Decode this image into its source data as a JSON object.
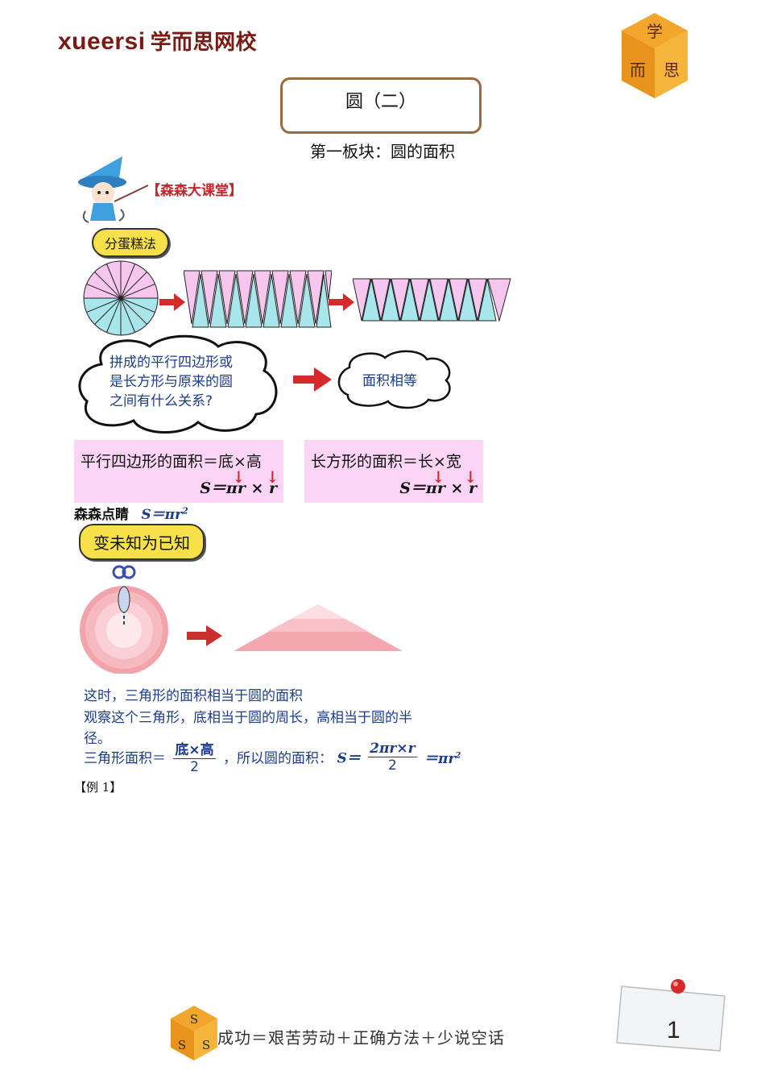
{
  "brand": {
    "en": "xueersi",
    "cn": "学而思网校",
    "cube_chars": [
      "学",
      "而",
      "思"
    ]
  },
  "title": "圆（二）",
  "section_title": "第一板块：圆的面积",
  "banner": "【森森大课堂】",
  "method1_label": "分蛋糕法",
  "cloud_question": [
    "拼成的平行四边形或",
    "是长方形与原来的圆",
    "之间有什么关系?"
  ],
  "cloud_answer": "面积相等",
  "parallelogram": {
    "text": "平行四边形的面积＝底×高",
    "formula": "S＝πr × r"
  },
  "rectangle": {
    "text": "长方形的面积＝长×宽",
    "formula": "S＝πr × r"
  },
  "key_point": {
    "label": "森森点睛",
    "formula_main": "S＝πr",
    "sup": "2"
  },
  "method2_label": "变未知为已知",
  "explain_lines": [
    "这时，三角形的面积相当于圆的面积",
    "观察这个三角形，底相当于圆的周长，高相当于圆的半",
    "径。"
  ],
  "triangle_formula": {
    "prefix": "三角形面积＝",
    "frac1_num": "底×高",
    "frac1_den": "2",
    "middle": "，所以圆的面积：",
    "s_eq": "S＝",
    "frac2_num": "2πr×r",
    "frac2_den": "2",
    "result": "＝πr",
    "result_sup": "2"
  },
  "example": "【例 1】",
  "footer_badge": [
    "S",
    "S",
    "S"
  ],
  "footer_motto": "成功＝艰苦劳动＋正确方法＋少说空话",
  "page_number": "1"
}
